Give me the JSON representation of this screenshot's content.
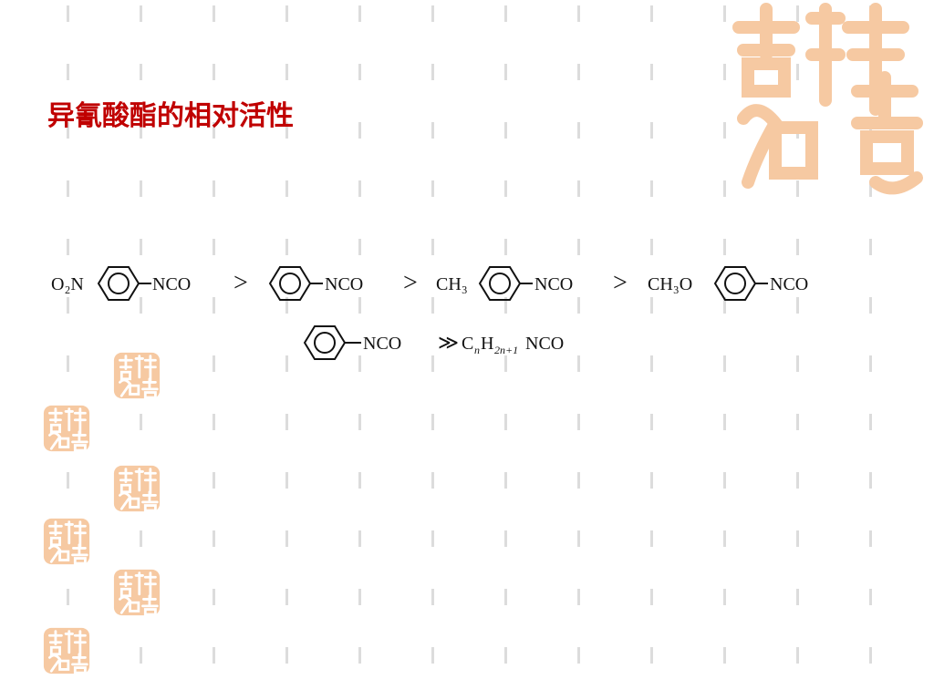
{
  "slide": {
    "title": "异氰酸酯的相对活性",
    "title_color": "#c00000"
  },
  "theme": {
    "background": "#ffffff",
    "dash_color": "#dcdcdc",
    "seal_color": "#f6c9a2",
    "seal_icon": "auspicious-seal-icon"
  },
  "formula": {
    "line1": {
      "c1_prefix": "O₂N",
      "c1_suffix": "NCO",
      "gt1": ">",
      "c2_suffix": "NCO",
      "gt2": ">",
      "c3_prefix": "CH₃",
      "c3_suffix": "NCO",
      "gt3": ">",
      "c4_prefix": "CH₃O",
      "c4_suffix": "NCO"
    },
    "line2": {
      "c5_suffix": "NCO",
      "much_greater": "≫",
      "alkyl_base": "C",
      "alkyl_sub_n": "n",
      "alkyl_h": "H",
      "alkyl_sub": "2n+1",
      "alkyl_suffix": "NCO"
    }
  }
}
